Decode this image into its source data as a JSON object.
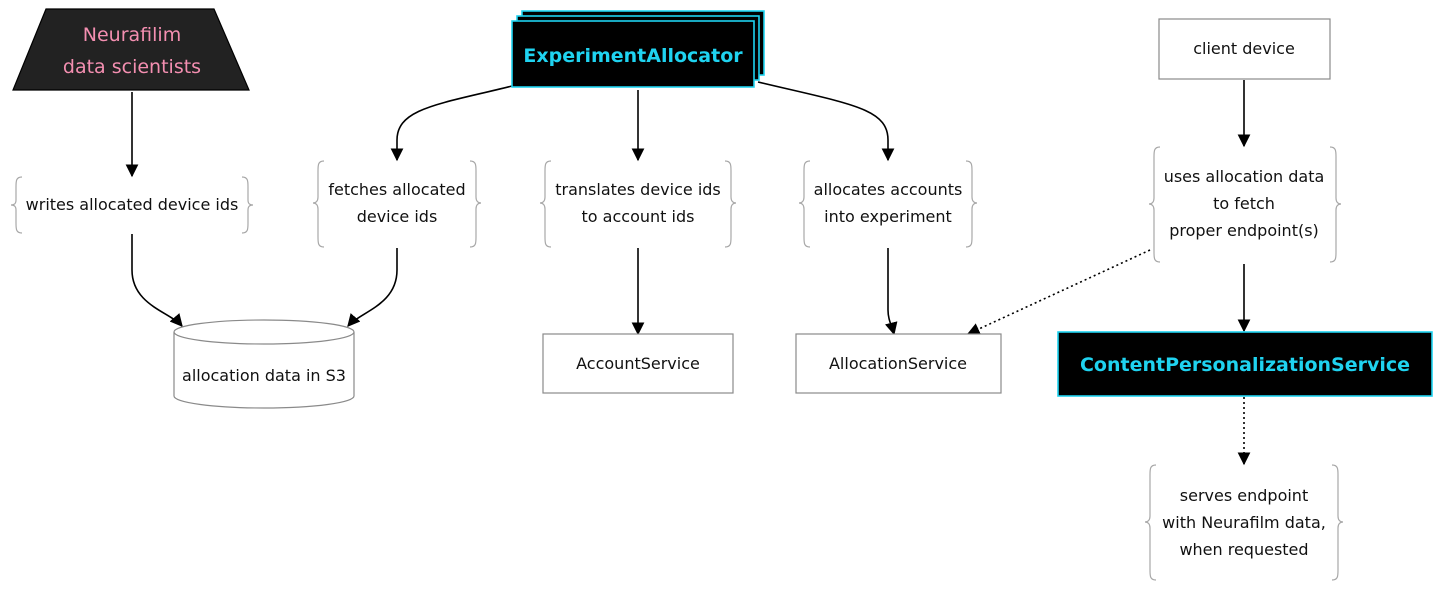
{
  "nodes": {
    "data_scientists": [
      "Neurafilim",
      "data scientists"
    ],
    "experiment_allocator": "ExperimentAllocator",
    "client_device": "client device",
    "allocation_data_s3": "allocation data in S3",
    "account_service": "AccountService",
    "allocation_service": "AllocationService",
    "content_personalization_service": "ContentPersonalizationService"
  },
  "edge_labels": {
    "writes": [
      "writes allocated device ids"
    ],
    "fetches": [
      "fetches allocated",
      "device ids"
    ],
    "translates": [
      "translates device ids",
      "to account ids"
    ],
    "allocates": [
      "allocates accounts",
      "into experiment"
    ],
    "uses": [
      "uses allocation data",
      "to fetch",
      "proper endpoint(s)"
    ],
    "serves": [
      "serves endpoint",
      "with Neurafilm data,",
      "when requested"
    ]
  },
  "colors": {
    "accent_cyan": "#1fd3f0",
    "persona_pink": "#f48fb1",
    "dark_fill": "#000000",
    "persona_fill": "#222222"
  }
}
